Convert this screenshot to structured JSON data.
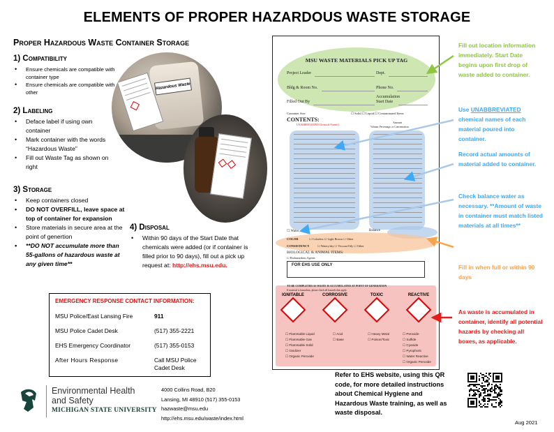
{
  "title": "ELEMENTS OF PROPER HAZARDOUS WASTE STORAGE",
  "subtitle": "Proper Hazardous Waste Container Storage",
  "sections": {
    "compatibility": {
      "heading": "1) Compatibility",
      "items": [
        "Ensure chemicals are compatible with container type",
        "Ensure chemicals are compatible with each other"
      ]
    },
    "labeling": {
      "heading": "2) Labeling",
      "items": [
        "Deface label if using own container",
        "Mark container with the words “Hazardous Waste”",
        "Fill out Waste Tag as shown on right"
      ]
    },
    "storage": {
      "heading": "3) Storage",
      "items": [
        "Keep containers closed",
        "DO NOT OVERFILL, leave space at top of container for expansion",
        "Store materials in secure area at the point of genertion",
        "**DO NOT accumulate more than 55-gallons of hazardous waste at any given time**"
      ]
    },
    "disposal": {
      "heading": "4) Disposal",
      "text": "Within 90 days of the Start Date that chemicals were added (or if container is filled prior to 90 days), fill out a pick up request at: ",
      "link": "http://ehs.msu.edu."
    }
  },
  "photo_labels": {
    "jug_label": "Hazardous Waste"
  },
  "emergency": {
    "title": "EMERGENCY RESPONSE CONTACT INFORMATION:",
    "rows": [
      {
        "label": "MSU Police/East Lansing Fire",
        "value": "911"
      },
      {
        "label": "MSU Police Cadet Desk",
        "value": "(517) 355-2221"
      },
      {
        "label": "EHS Emergency Coordinator",
        "value": "(517) 355-0153"
      },
      {
        "label": "After Hours Response",
        "value": "Call MSU Police Cadet Desk"
      }
    ]
  },
  "footer": {
    "org_line1": "Environmental Health",
    "org_line2": "and Safety",
    "org_line3": "MICHIGAN STATE UNIVERSITY",
    "address": [
      "4000 Collins Road, B20",
      "Lansing, MI 48910   (517) 355-0153",
      "hazwaste@msu.edu",
      "http://ehs.msu.edu/waste/index.html"
    ],
    "date": "Aug 2021"
  },
  "qr_note": "Refer to EHS website, using this QR code, for more detailed instructions about Chemical Hygiene and Hazardous Waste training, as well as waste disposal.",
  "tag": {
    "title": "MSU WASTE MATERIALS PICK UP TAG",
    "project_leader": "Project Leader",
    "dept": "Dept.",
    "bldg": "Bldg & Room No.",
    "phone": "Phone No.",
    "accumulation": "Accumulation",
    "filled_out_by": "Filled Out By",
    "start_date": "Start Date",
    "container_size": "Container Size",
    "state_options": "☐ Solid  ☐ Liquid  ☐ Contaminated Items",
    "contents": "CONTENTS:",
    "unabbreviated": "UNABBREVIATED Chemical Name(s)",
    "amount": "Amount",
    "amount_units": "Volume, Percentage, or Concentration",
    "water": "☐ Water",
    "balance": "Balance",
    "color": "COLOR",
    "color_opts": "☐ Colorless  ☐ Light Brown  ☐ Other",
    "consistency": "CONSISTENCY",
    "consistency_opts": "☐ Watery/dry  ☐ Viscous/Oily  ☐ Other",
    "bio": "BIOLOGICAL & ANIMAL ITEMS:",
    "bio_agents": "☐ Biohazardous Agents",
    "ehs_use": "FOR EHS USE ONLY",
    "hazard_head": "TO BE COMPLETED AS WASTE IS ACCUMULATED AT POINT OF GENERATION",
    "hazard_sub": "If material is hazardous, please check all hazards that apply:",
    "hazards": [
      {
        "label": "IGNITABLE",
        "items": [
          "☐ Flammable Liquid",
          "☐ Flammable Gas",
          "☐ Flammable Solid",
          "☐ Oxidizer",
          "☐ Organic Peroxide"
        ]
      },
      {
        "label": "CORROSIVE",
        "items": [
          "☐ Acid",
          "☐ Base"
        ]
      },
      {
        "label": "TOXIC",
        "items": [
          "☐ Heavy Metal",
          "☐ Poison/Toxic"
        ]
      },
      {
        "label": "REACTIVE",
        "items": [
          "☐ Peroxide",
          "☐ Sulfide",
          "☐ Cyanide",
          "☐ Pyrophoric",
          "☐ Water Reactive",
          "☐ Organic Peroxide"
        ]
      }
    ]
  },
  "annotations": {
    "location": "Fill out location information immediately. Start Date begins upon first drop of waste added to container.",
    "names_pre": "Use ",
    "names_u": "UNABBREVIATED",
    "names_post": " chemical names of each material poured into container.",
    "amounts": "Record actual amounts of material added to container.",
    "balance": "Check balance water as necessary. **Amount of waste in container must match listed materials at all times**",
    "fill": "Fill in when full or within 90 days",
    "hazards": "As waste is accumulated in container, identify all potential hazards by checking all boxes, as applicable."
  },
  "colors": {
    "green": "#8dc63f",
    "blue": "#3fa9f5",
    "orange": "#f7a44a",
    "red": "#e31c1c",
    "msu_green": "#18453b"
  }
}
